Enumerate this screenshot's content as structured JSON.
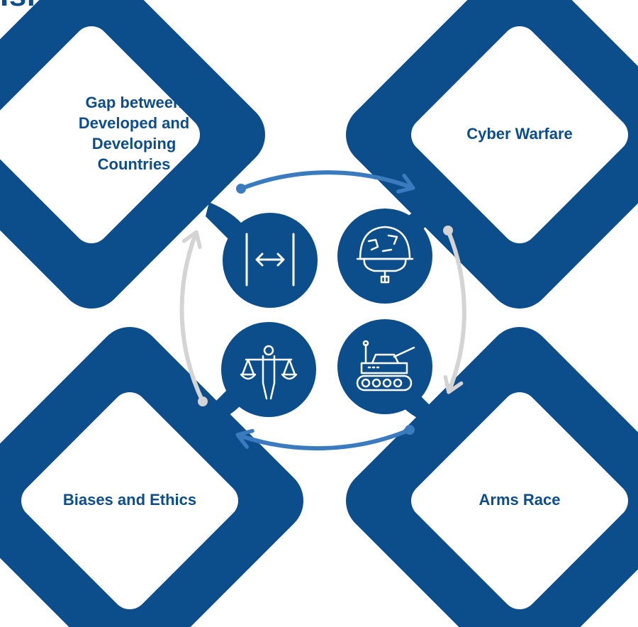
{
  "page": {
    "title": "Israel"
  },
  "colors": {
    "primary_blue": "#0c4d8c",
    "arrow_blue": "#3a7bbf",
    "arrow_gray": "#d4d4d4",
    "white": "#ffffff"
  },
  "topics": [
    {
      "label": "Gap between Developed and Developing Countries",
      "icon": "gap-arrows-icon"
    },
    {
      "label": "Cyber Warfare",
      "icon": "military-helmet-icon"
    },
    {
      "label": "Arms Race",
      "icon": "tank-icon"
    },
    {
      "label": "Biases and Ethics",
      "icon": "scales-of-justice-icon"
    }
  ]
}
